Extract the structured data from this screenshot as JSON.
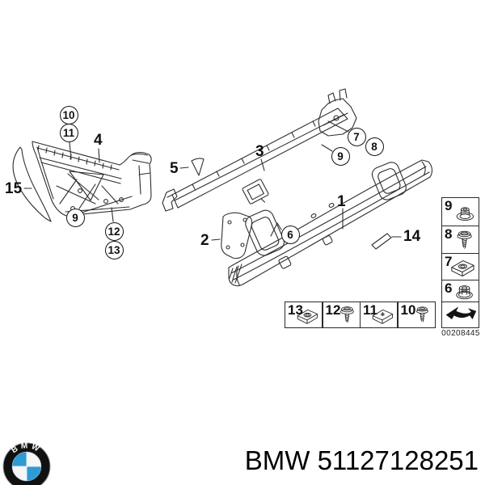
{
  "diagram": {
    "code": "00208445",
    "callouts": [
      {
        "label": "10"
      },
      {
        "label": "11"
      },
      {
        "label": "9"
      },
      {
        "label": "12"
      },
      {
        "label": "13"
      },
      {
        "label": "7"
      },
      {
        "label": "8"
      },
      {
        "label": "9"
      },
      {
        "label": "6"
      }
    ],
    "part_labels": [
      {
        "label": "4"
      },
      {
        "label": "15"
      },
      {
        "label": "5"
      },
      {
        "label": "3"
      },
      {
        "label": "2"
      },
      {
        "label": "1"
      },
      {
        "label": "14"
      }
    ],
    "legend_right": [
      {
        "label": "9",
        "icon": "expanding-rivet-nut-icon"
      },
      {
        "label": "8",
        "icon": "flange-head-screw-icon"
      },
      {
        "label": "7",
        "icon": "speed-clip-nut-icon"
      },
      {
        "label": "6",
        "icon": "flange-nut-icon"
      }
    ],
    "legend_bottom": [
      {
        "label": "13",
        "icon": "speed-clip-nut-icon"
      },
      {
        "label": "12",
        "icon": "flange-head-screw-icon"
      },
      {
        "label": "11",
        "icon": "speed-clip-nut-pin-icon"
      },
      {
        "label": "10",
        "icon": "hex-head-screw-icon"
      }
    ]
  },
  "footer": {
    "brand": "BMW",
    "part_number": "51127128251",
    "logo_letters": "BMW"
  },
  "colors": {
    "line": "#2e2e2e",
    "bmw_blue": "#2d9bd4",
    "background": "#ffffff"
  }
}
